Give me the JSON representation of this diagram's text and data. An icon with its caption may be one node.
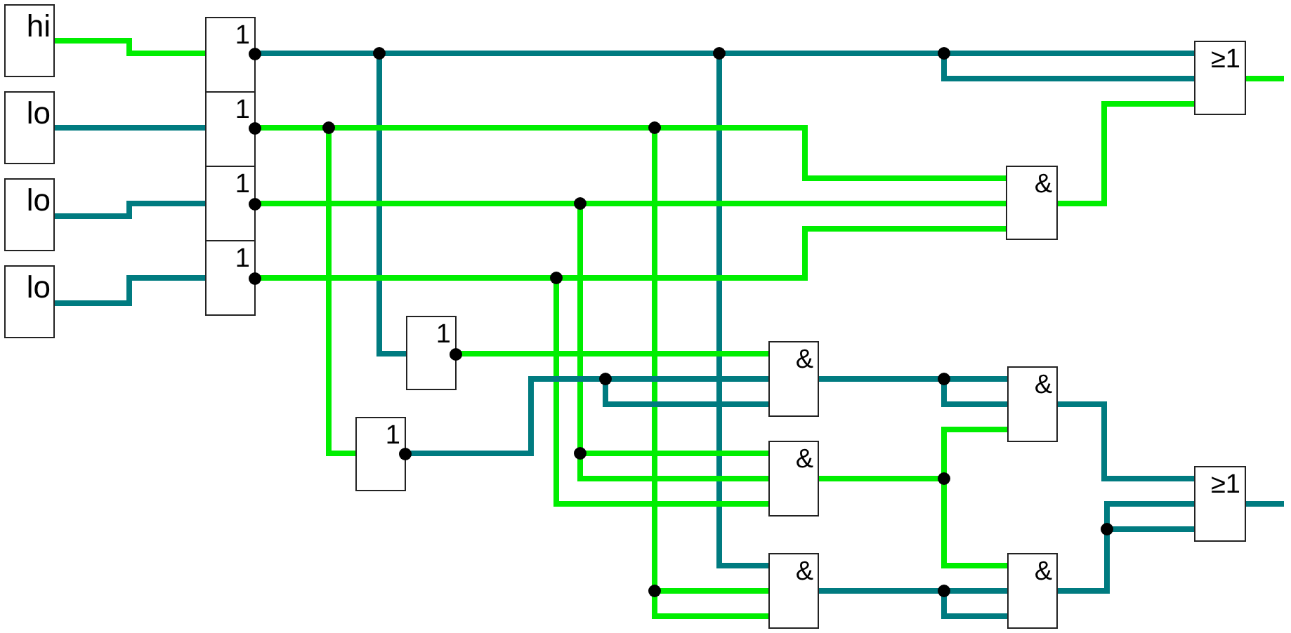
{
  "diagram": {
    "nodes": [
      {
        "text": [
          "hi"
        ]
      },
      {
        "text": [
          "lo"
        ]
      },
      {
        "text": [
          "lo"
        ]
      },
      {
        "text": [
          "lo"
        ]
      },
      {
        "text": [
          "1"
        ]
      },
      {
        "text": [
          "1"
        ]
      },
      {
        "text": [
          "1"
        ]
      },
      {
        "text": [
          "1"
        ]
      },
      {
        "text": [
          "≥1"
        ]
      },
      {
        "text": [
          "&"
        ]
      },
      {
        "text": [
          "1"
        ]
      },
      {
        "text": [
          "1"
        ]
      },
      {
        "text": [
          "&"
        ]
      },
      {
        "text": [
          "&"
        ]
      },
      {
        "text": [
          "&"
        ]
      },
      {
        "text": [
          "&"
        ]
      },
      {
        "text": [
          "&"
        ]
      },
      {
        "text": [
          "≥1"
        ]
      }
    ],
    "edges": [
      {
        "from": 0,
        "to": 4,
        "arrow": "none",
        "color": "#00ee00"
      },
      {
        "from": 1,
        "to": 5,
        "arrow": "none"
      },
      {
        "from": 2,
        "to": 6,
        "arrow": "none"
      },
      {
        "from": 3,
        "to": 7,
        "arrow": "none"
      },
      {
        "from": 4,
        "to": 8,
        "arrow": "none"
      },
      {
        "from": 4,
        "to": 8,
        "arrow": "none"
      },
      {
        "from": 4,
        "to": 10,
        "arrow": "none"
      },
      {
        "from": 4,
        "to": 14,
        "arrow": "none"
      },
      {
        "from": 5,
        "to": 9,
        "arrow": "none",
        "color": "#00ee00"
      },
      {
        "from": 5,
        "to": 11,
        "arrow": "none",
        "color": "#00ee00"
      },
      {
        "from": 5,
        "to": 14,
        "arrow": "none",
        "color": "#00ee00"
      },
      {
        "from": 5,
        "to": 14,
        "arrow": "none",
        "color": "#00ee00"
      },
      {
        "from": 6,
        "to": 9,
        "arrow": "none",
        "color": "#00ee00"
      },
      {
        "from": 6,
        "to": 13,
        "arrow": "none",
        "color": "#00ee00"
      },
      {
        "from": 6,
        "to": 13,
        "arrow": "none",
        "color": "#00ee00"
      },
      {
        "from": 7,
        "to": 9,
        "arrow": "none",
        "color": "#00ee00"
      },
      {
        "from": 7,
        "to": 13,
        "arrow": "none",
        "color": "#00ee00"
      },
      {
        "from": 10,
        "to": 12,
        "arrow": "none",
        "color": "#00ee00"
      },
      {
        "from": 11,
        "to": 12,
        "arrow": "none"
      },
      {
        "from": 11,
        "to": 12,
        "arrow": "none"
      },
      {
        "from": 12,
        "to": 15,
        "arrow": "none"
      },
      {
        "from": 12,
        "to": 15,
        "arrow": "none"
      },
      {
        "from": 13,
        "to": 15,
        "arrow": "none",
        "color": "#00ee00"
      },
      {
        "from": 13,
        "to": 16,
        "arrow": "none",
        "color": "#00ee00"
      },
      {
        "from": 14,
        "to": 16,
        "arrow": "none"
      },
      {
        "from": 14,
        "to": 16,
        "arrow": "none"
      },
      {
        "from": 15,
        "to": 17,
        "arrow": "none"
      },
      {
        "from": 16,
        "to": 17,
        "arrow": "none"
      },
      {
        "from": 16,
        "to": 17,
        "arrow": "none"
      },
      {
        "from": 9,
        "to": 8,
        "arrow": "none",
        "color": "#00ee00"
      },
      {
        "from": 8,
        "to": null,
        "arrow": "none",
        "color": "#00ee00"
      },
      {
        "from": 17,
        "to": null,
        "arrow": "none"
      }
    ]
  }
}
